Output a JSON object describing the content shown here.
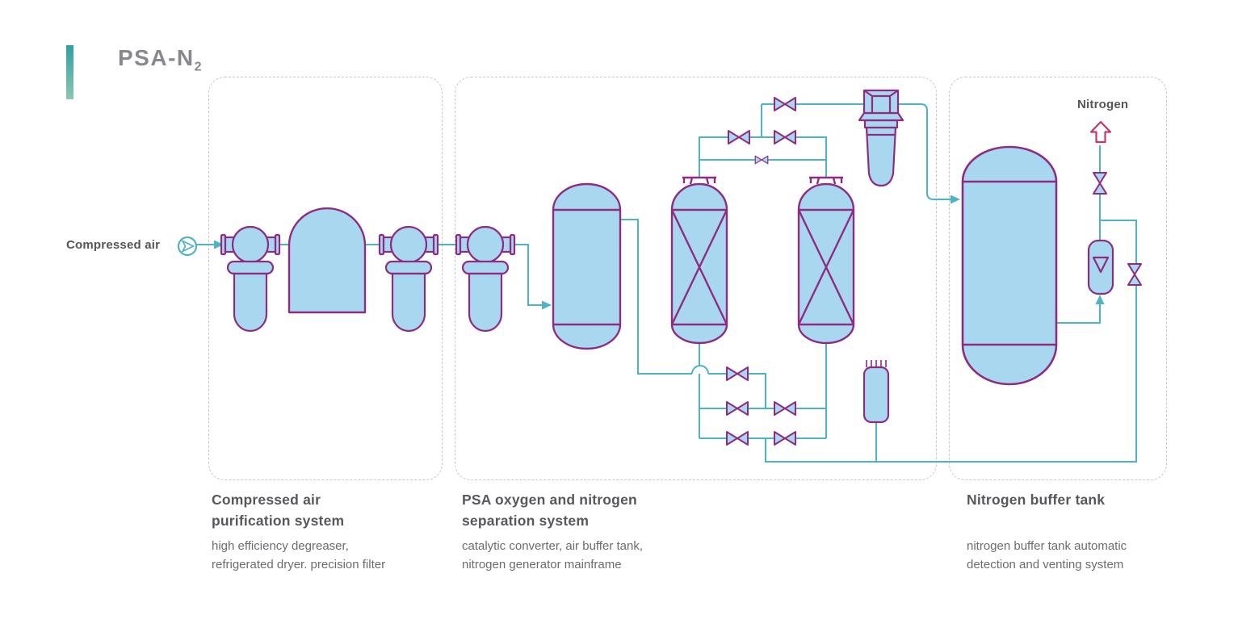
{
  "page": {
    "title_main": "PSA-N",
    "title_sub": "2"
  },
  "labels": {
    "inlet": "Compressed air",
    "outlet": "Nitrogen"
  },
  "sections": [
    {
      "title_line1": "Compressed air",
      "title_line2": "purification system",
      "subtitle_line1": "high efficiency degreaser,",
      "subtitle_line2": "refrigerated dryer. precision filter"
    },
    {
      "title_line1": "PSA oxygen and nitrogen",
      "title_line2": "separation system",
      "subtitle_line1": "catalytic converter, air buffer tank,",
      "subtitle_line2": "nitrogen generator mainframe"
    },
    {
      "title_line1": "Nitrogen buffer tank",
      "title_line2": "",
      "subtitle_line1": "nitrogen buffer tank automatic",
      "subtitle_line2": "detection and venting system"
    }
  ],
  "colors": {
    "vessel_fill": "#aad7f0",
    "vessel_outline": "#8e2c82",
    "pipe": "#4fb3c6",
    "nitrogen_arrow": "#c23a67",
    "accent_top": "#2f9fa6",
    "accent_bottom": "#8cc7b0",
    "box_border": "#c7c8ca",
    "heading_text": "#57585c",
    "body_text": "#6b6c70",
    "title_text": "#88898d"
  },
  "icons": {
    "compressor": "circle-with-flow-arrow",
    "nitrogen_outlet": "hollow-up-arrow",
    "valve": "bowtie-valve",
    "equalization_valve": "small-bowtie-valve",
    "muffler_exhaust": "hatch-lines",
    "pipe_arrow": "solid-triangle"
  }
}
